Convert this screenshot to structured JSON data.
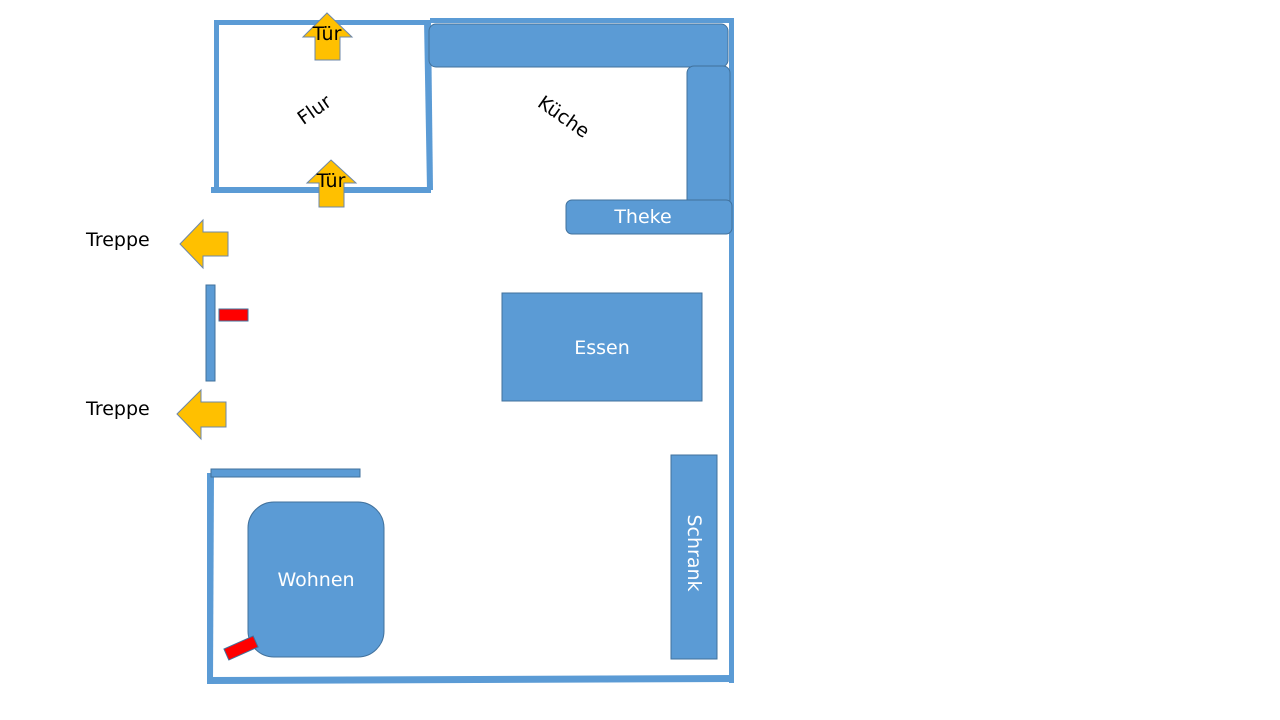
{
  "rooms": {
    "flur": "Flur",
    "kueche": "Küche",
    "theke": "Theke",
    "essen": "Essen",
    "schrank": "Schrank",
    "wohnen": "Wohnen"
  },
  "doors": {
    "top": "Tür",
    "bottom": "Tür"
  },
  "stairs": {
    "upper": "Treppe",
    "lower": "Treppe"
  },
  "colors": {
    "wall": "#5b9bd5",
    "arrow": "#ffc000",
    "marker": "#ff0000"
  }
}
